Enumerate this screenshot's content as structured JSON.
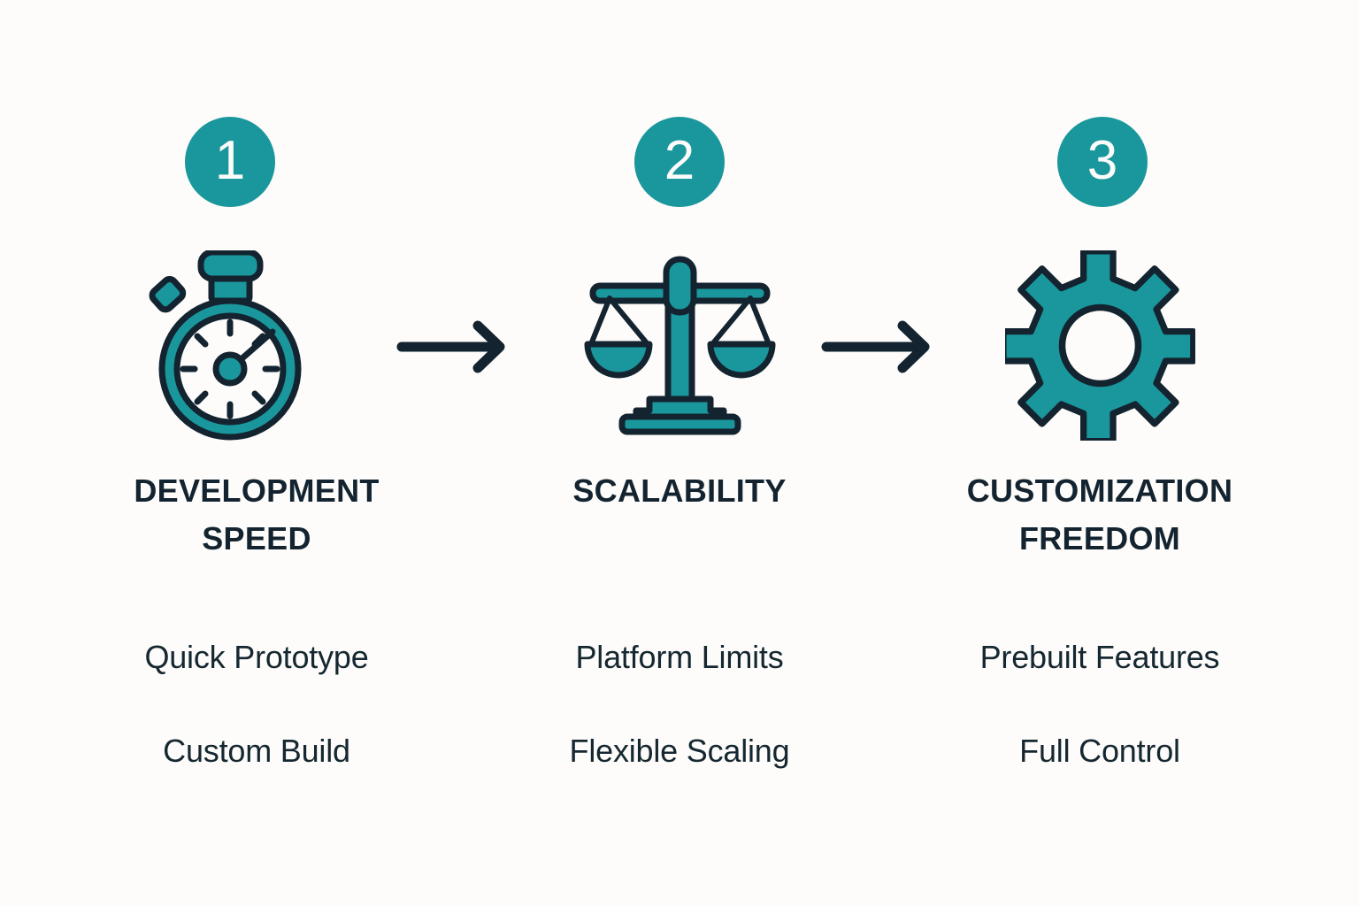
{
  "theme": {
    "background": "#FDFCFA",
    "accent_teal": "#1A979C",
    "ink_dark": "#132430",
    "badge_text": "#FDFCFA"
  },
  "steps": [
    {
      "number": "1",
      "icon": "stopwatch-icon",
      "title_line1": "DEVELOPMENT",
      "title_line2": "SPEED",
      "items": [
        "Quick Prototype",
        "Custom Build"
      ]
    },
    {
      "number": "2",
      "icon": "balance-scale-icon",
      "title_line1": "SCALABILITY",
      "title_line2": "",
      "items": [
        "Platform Limits",
        "Flexible Scaling"
      ]
    },
    {
      "number": "3",
      "icon": "gear-icon",
      "title_line1": "CUSTOMIZATION",
      "title_line2": "FREEDOM",
      "items": [
        "Prebuilt Features",
        "Full Control"
      ]
    }
  ],
  "connectors": [
    {
      "icon": "arrow-right-icon",
      "from": "1",
      "to": "2"
    },
    {
      "icon": "arrow-right-icon",
      "from": "2",
      "to": "3"
    }
  ]
}
